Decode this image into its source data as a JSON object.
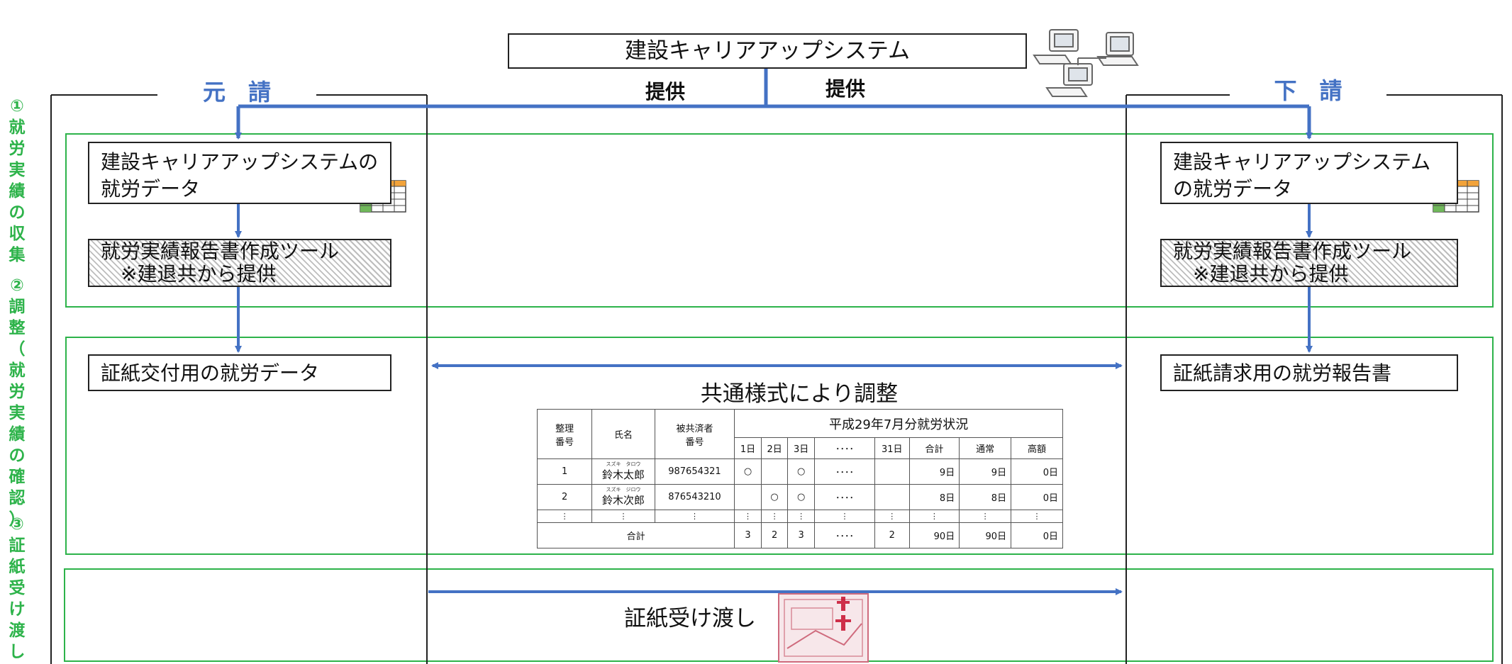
{
  "top_banner": "建設キャリアアップシステム",
  "headers": {
    "left": "元　請",
    "right": "下　請"
  },
  "provide": {
    "left": "提供",
    "right": "提供"
  },
  "vertical_labels": [
    [
      "①",
      "就",
      "労",
      "実",
      "績",
      "の",
      "収",
      "集"
    ],
    [
      "②",
      "調",
      "整",
      "（",
      "就",
      "労",
      "実",
      "績",
      "の",
      "確",
      "認",
      "）"
    ],
    [
      "③",
      "証",
      "紙",
      "受",
      "け",
      "渡",
      "し"
    ]
  ],
  "left": {
    "data_box": [
      "建設キャリアアップシステムの",
      "就労データ"
    ],
    "tool_box": [
      "就労実績報告書作成ツール",
      "　※建退共から提供"
    ],
    "stamp_box": "証紙交付用の就労データ"
  },
  "right": {
    "data_box": [
      "建設キャリアアップシステム",
      "の就労データ"
    ],
    "tool_box": [
      "就労実績報告書作成ツール",
      "　※建退共から提供"
    ],
    "stamp_box": "証紙請求用の就労報告書"
  },
  "center": {
    "adjust_title": "共通様式により調整",
    "handover": "証紙受け渡し"
  },
  "sheet": {
    "h_no": [
      "整理",
      "番号"
    ],
    "h_name": "氏名",
    "h_insured": [
      "被共済者",
      "番号"
    ],
    "h_period": "平成29年7月分就労状況",
    "h_days": [
      "1日",
      "2日",
      "3日",
      "････",
      "31日",
      "合計",
      "通常",
      "高額"
    ],
    "rows": [
      {
        "no": "1",
        "kana": "スズキ　タロウ",
        "name": "鈴木太郎",
        "id": "987654321",
        "d1": "○",
        "d2": "",
        "d3": "○",
        "dots": "････",
        "d31": "",
        "total": "9日",
        "normal": "9日",
        "high": "0日"
      },
      {
        "no": "2",
        "kana": "スズキ　ジロウ",
        "name": "鈴木次郎",
        "id": "876543210",
        "d1": "",
        "d2": "○",
        "d3": "○",
        "dots": "････",
        "d31": "",
        "total": "8日",
        "normal": "8日",
        "high": "0日"
      }
    ],
    "cont": "⋮",
    "sum_label": "合計",
    "sum": {
      "d1": "3",
      "d2": "2",
      "d3": "3",
      "dots": "････",
      "d31": "2",
      "total": "90日",
      "normal": "90日",
      "high": "0日"
    }
  },
  "colors": {
    "arrow": "#4472c4",
    "green": "#2db34a",
    "header_text": "#4472c4"
  }
}
